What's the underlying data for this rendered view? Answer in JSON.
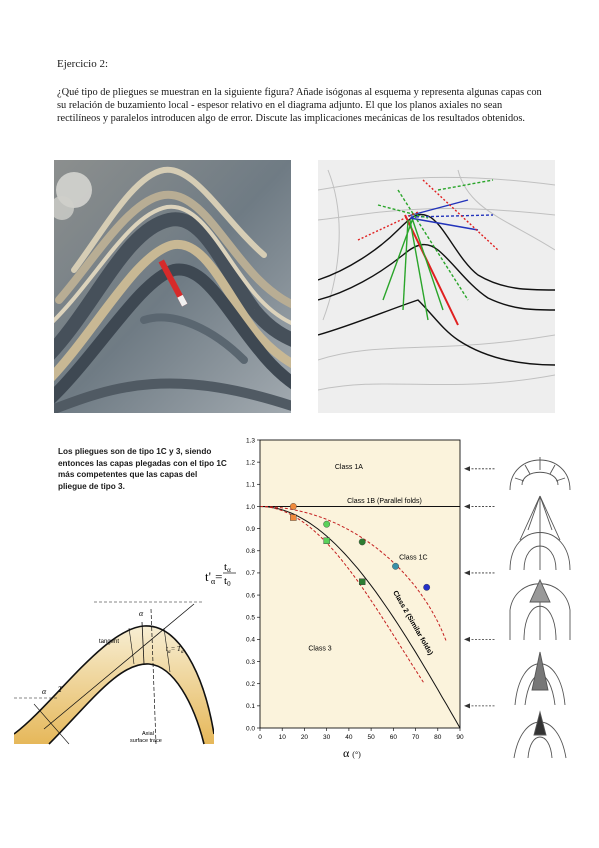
{
  "exercise": {
    "title": "Ejercicio 2:",
    "question": "¿Qué tipo de pliegues se muestran en la siguiente figura? Añade isógonas al esquema y representa algunas capas con su relación de buzamiento local - espesor relativo en el diagrama adjunto. El que los planos axiales no sean rectilíneos y paralelos introducen algo de error. Discute las implicaciones mecánicas de los resultados obtenidos."
  },
  "answer": {
    "text": "Los pliegues son de tipo 1C y 3, siendo entonces las capas plegadas con el tipo 1C más competentes que las capas del pliegue de tipo 3."
  },
  "fold_diagram": {
    "label_tangent": "tangent",
    "label_alpha_top": "α",
    "label_alpha_left": "α",
    "label_t_left": "T",
    "label_t_alpha": "t",
    "label_t_alpha_sub": "α",
    "label_t_eq": "= T",
    "label_t_eq_sub": "α",
    "label_axial_1": "Axial",
    "label_axial_2": "surface trace",
    "fill_top": "#f7eed3",
    "fill_bottom": "#e6b85a"
  },
  "chart_data": {
    "type": "scatter",
    "xlabel": "α",
    "xlabel_unit": "(°)",
    "ylabel_t": "t'",
    "ylabel_alpha": "α",
    "ylabel_num": "t",
    "ylabel_num_sub": "α",
    "ylabel_den": "t",
    "ylabel_den_sub": "0",
    "x_ticks": [
      "0",
      "10",
      "20",
      "30",
      "40",
      "50",
      "60",
      "70",
      "80",
      "90"
    ],
    "y_ticks": [
      "0.0",
      "0.1",
      "0.2",
      "0.3",
      "0.4",
      "0.5",
      "0.6",
      "0.7",
      "0.8",
      "0.9",
      "1.0",
      "1.1",
      "1.2",
      "1.3"
    ],
    "xlim": [
      0,
      90
    ],
    "ylim": [
      0,
      1.3
    ],
    "background": "#fbf3dc",
    "class_labels": [
      {
        "text": "Class 1A",
        "x": 40,
        "y": 1.17
      },
      {
        "text": "Class 1B (Parallel folds)",
        "x": 56,
        "y": 1.015
      },
      {
        "text": "Class 1C",
        "x": 69,
        "y": 0.76
      },
      {
        "text": "Class 2 (Similar folds)",
        "x": 68,
        "y": 0.47,
        "rotate": 60
      },
      {
        "text": "Class 3",
        "x": 27,
        "y": 0.35
      }
    ],
    "points": [
      {
        "x": 15,
        "y": 1.0,
        "color": "#f08a3c",
        "shape": "circle"
      },
      {
        "x": 15,
        "y": 0.95,
        "color": "#f08a3c",
        "shape": "square"
      },
      {
        "x": 30,
        "y": 0.92,
        "color": "#5ad15a",
        "shape": "circle"
      },
      {
        "x": 30,
        "y": 0.845,
        "color": "#5ad15a",
        "shape": "square"
      },
      {
        "x": 46,
        "y": 0.84,
        "color": "#2e7d32",
        "shape": "circle"
      },
      {
        "x": 46,
        "y": 0.66,
        "color": "#2e7d32",
        "shape": "square"
      },
      {
        "x": 61,
        "y": 0.73,
        "color": "#3a8fa8",
        "shape": "circle"
      },
      {
        "x": 75,
        "y": 0.635,
        "color": "#2431c9",
        "shape": "circle"
      }
    ],
    "arrows_y": [
      1.17,
      1.0,
      0.7,
      0.4,
      0.1
    ]
  }
}
